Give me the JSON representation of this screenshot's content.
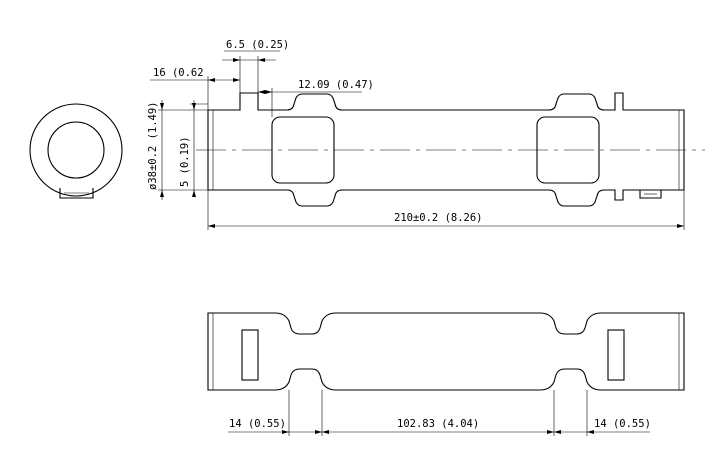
{
  "dimensions": {
    "slot_width": "6.5 (0.25)",
    "slot_offset": "16 (0.62",
    "pocket_offset": "12.09 (0.47)",
    "diameter": "ø38±0.2 (1.49)",
    "small_height": "5 (0.19)",
    "overall_length": "210±0.2 (8.26)",
    "left_end": "14 (0.55)",
    "middle": "102.83 (4.04)",
    "right_end": "14 (0.55)"
  }
}
